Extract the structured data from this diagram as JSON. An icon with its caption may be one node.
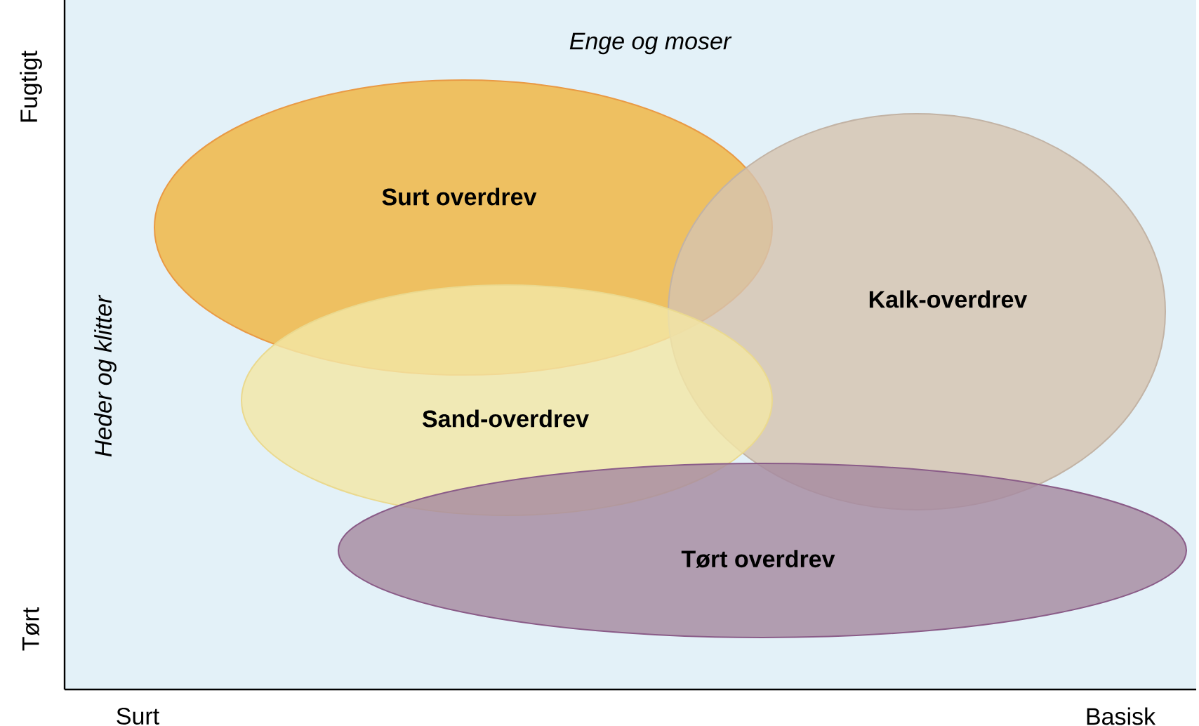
{
  "diagram": {
    "nodes": [
      {
        "text": [
          "Surt overdrev"
        ]
      },
      {
        "text": [
          "Kalk-overdrev"
        ]
      },
      {
        "text": [
          "Sand-overdrev"
        ]
      },
      {
        "text": [
          "Tørt overdrev"
        ]
      }
    ],
    "labels": [
      "Enge og moser",
      "Heder og klitter",
      "Fugtigt",
      "Tørt",
      "Surt",
      "Basisk"
    ]
  }
}
